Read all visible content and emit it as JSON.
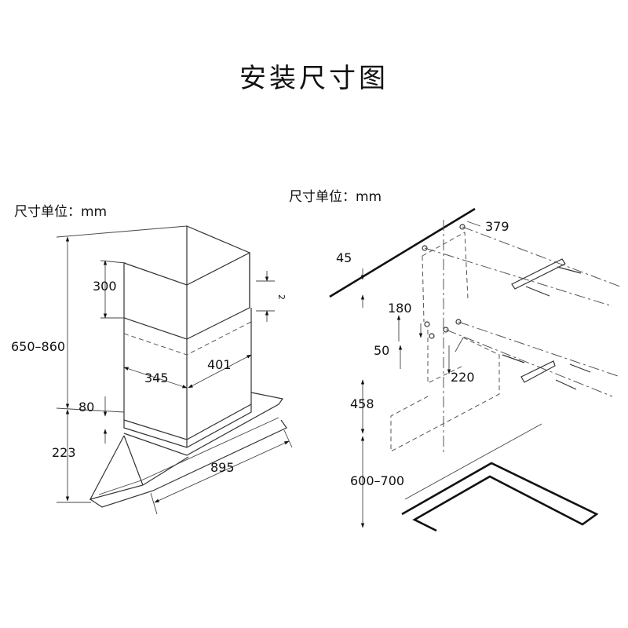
{
  "title": "安装尺寸图",
  "left": {
    "unit_label": "尺寸单位：mm",
    "dims": {
      "d300": "300",
      "d650_860": "650–860",
      "d345": "345",
      "d401": "401",
      "d80": "80",
      "d223": "223",
      "d895": "895",
      "d2": "2"
    }
  },
  "right": {
    "unit_label": "尺寸单位：mm",
    "dims": {
      "d45": "45",
      "d379": "379",
      "d180": "180",
      "d50": "50",
      "d220": "220",
      "d458": "458",
      "d600_700": "600–700"
    }
  }
}
